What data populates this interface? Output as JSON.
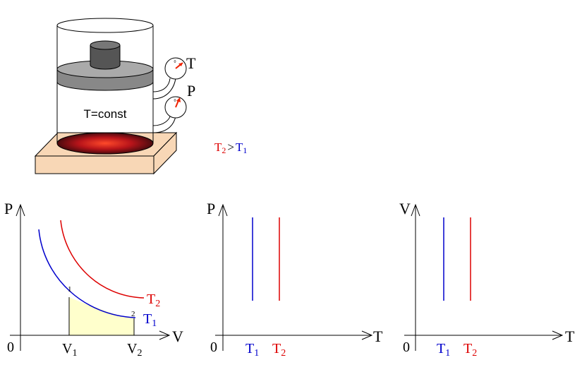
{
  "colors": {
    "t1": "#0000cc",
    "t2": "#dd0000",
    "area_fill": "#ffffcc",
    "stove": "#f8d7b6",
    "piston": "#999999",
    "weight": "#666666",
    "gauge_needle": "#ee2200"
  },
  "apparatus": {
    "cylinder_label": "T=const",
    "thermometer_label": "T",
    "barometer_label": "P",
    "dial_tick": "0"
  },
  "relation": {
    "t2": "T",
    "t2_sub": "2",
    "gt": ">",
    "t1": "T",
    "t1_sub": "1"
  },
  "charts": {
    "pv": {
      "ylabel": "P",
      "xlabel": "V",
      "origin": "0",
      "point1": "1",
      "point2": "2",
      "v1": "V",
      "v1_sub": "1",
      "v2": "V",
      "v2_sub": "2",
      "t1": "T",
      "t1_sub": "1",
      "t2": "T",
      "t2_sub": "2"
    },
    "pt": {
      "ylabel": "P",
      "xlabel": "T",
      "origin": "0",
      "t1": "T",
      "t1_sub": "1",
      "t2": "T",
      "t2_sub": "2"
    },
    "vt": {
      "ylabel": "V",
      "xlabel": "T",
      "origin": "0",
      "t1": "T",
      "t1_sub": "1",
      "t2": "T",
      "t2_sub": "2"
    }
  }
}
